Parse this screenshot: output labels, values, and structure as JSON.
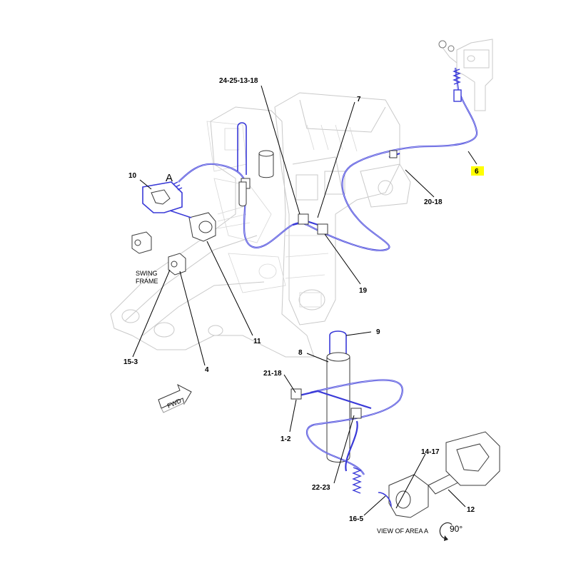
{
  "callouts": {
    "c6": "6",
    "c24": "24-25-13-18",
    "c7": "7",
    "c10": "10",
    "cA": "A",
    "c20": "20-18",
    "c19": "19",
    "c11": "11",
    "c15": "15-3",
    "c4": "4",
    "c9": "9",
    "c8": "8",
    "c21": "21-18",
    "c1": "1-2",
    "c14": "14-17",
    "c22": "22-23",
    "c16": "16-5",
    "c12": "12"
  },
  "swing_frame": {
    "line1": "SWING",
    "line2": "FRAME"
  },
  "fwd": "FWD",
  "view_caption": "VIEW OF AREA A",
  "rotation": "90°",
  "colors": {
    "cable": "#3a3ad8",
    "highlight": "#ffff00",
    "ghost": "#c9c9c9"
  }
}
